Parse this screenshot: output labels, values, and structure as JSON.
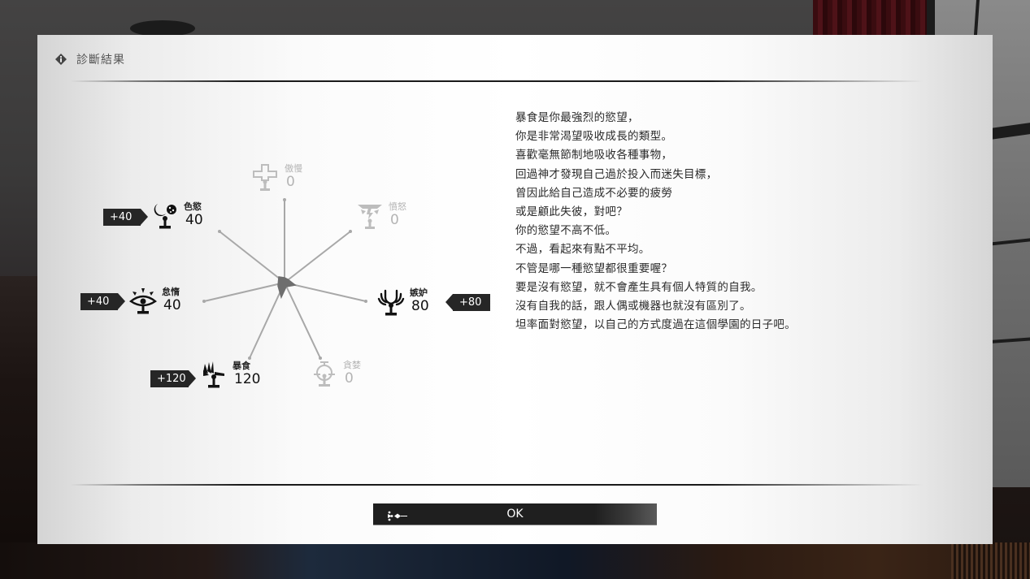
{
  "dialog": {
    "title": "診斷結果",
    "title_icon": "info-diamond-icon"
  },
  "radar": {
    "sins": [
      {
        "key": "pride",
        "name": "傲慢",
        "value": "0",
        "bonus": null,
        "active": false,
        "icon": "pride-cross-icon"
      },
      {
        "key": "wrath",
        "name": "憤怒",
        "value": "0",
        "bonus": null,
        "active": false,
        "icon": "wrath-lightning-icon"
      },
      {
        "key": "envy",
        "name": "嫉妒",
        "value": "80",
        "bonus": "+80",
        "active": true,
        "icon": "envy-antlers-icon"
      },
      {
        "key": "greed",
        "name": "貪婪",
        "value": "0",
        "bonus": null,
        "active": false,
        "icon": "greed-hook-icon"
      },
      {
        "key": "gluttony",
        "name": "暴食",
        "value": "120",
        "bonus": "+120",
        "active": true,
        "icon": "gluttony-fan-icon"
      },
      {
        "key": "sloth",
        "name": "怠惰",
        "value": "40",
        "bonus": "+40",
        "active": true,
        "icon": "sloth-eye-icon"
      },
      {
        "key": "lust",
        "name": "色慾",
        "value": "40",
        "bonus": "+40",
        "active": true,
        "icon": "lust-moon-icon"
      }
    ]
  },
  "chart_data": {
    "type": "radar",
    "title": "診斷結果",
    "categories": [
      "傲慢",
      "憤怒",
      "嫉妒",
      "貪婪",
      "暴食",
      "怠惰",
      "色慾"
    ],
    "values": [
      0,
      0,
      80,
      0,
      120,
      40,
      40
    ],
    "bonuses": {
      "嫉妒": 80,
      "暴食": 120,
      "怠惰": 40,
      "色慾": 40
    },
    "grid": false,
    "legend": "none"
  },
  "description": {
    "lines": [
      "暴食是你最強烈的慾望，",
      "你是非常渴望吸收成長的類型。",
      "喜歡毫無節制地吸收各種事物，",
      "回過神才發現自己過於投入而迷失目標，",
      "曾因此給自己造成不必要的疲勞",
      "或是顧此失彼，對吧？",
      "你的慾望不高不低。",
      "不過，看起來有點不平均。",
      "不管是哪一種慾望都很重要喔？",
      "要是沒有慾望，就不會產生具有個人特質的自我。",
      "沒有自我的話，跟人偶或機器也就沒有區別了。",
      "坦率面對慾望，以自己的方式度過在這個學園的日子吧。"
    ]
  },
  "ok_button": {
    "label": "OK",
    "icon": "ornament-arrow-icon"
  },
  "colors": {
    "radar_fill": "#6e6e6e",
    "axis": "#a8a8a8",
    "inactive": "#b4b4b4",
    "bonus_bg": "#262626"
  }
}
